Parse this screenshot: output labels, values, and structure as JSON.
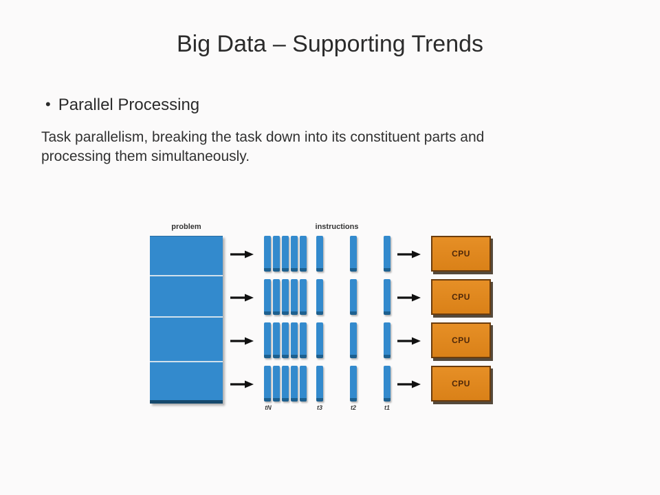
{
  "slide": {
    "title": "Big Data – Supporting Trends",
    "bullet_glyph": "•",
    "heading": "Parallel Processing",
    "body_lines": [
      "Task parallelism, breaking the task down into its constituent parts and",
      "processing them simultaneously."
    ]
  },
  "diagram": {
    "problem_label": "problem",
    "instructions_label": "instructions",
    "cpu_label": "CPU",
    "time_labels": [
      "tN",
      "t3",
      "t2",
      "t1"
    ],
    "rows": 4,
    "bars_per_instruction_group": 5,
    "colors": {
      "bar_blue": "#338acd",
      "bar_cap_navy": "#1d608f",
      "problem_bottom_navy": "#16496d",
      "cpu_orange": "#de861f",
      "cpu_border_brown": "#6b3c0d",
      "cpu_text_brown": "#4e280a",
      "arrow_black": "#111111",
      "background": "#fbfafa"
    }
  }
}
